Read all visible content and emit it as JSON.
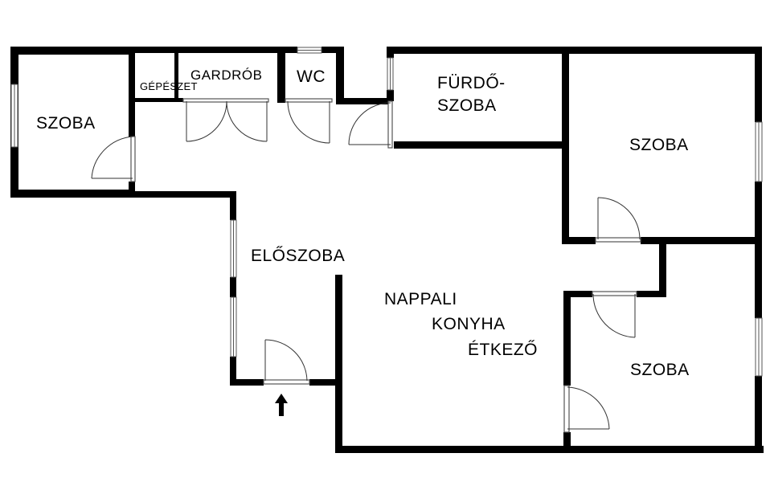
{
  "colors": {
    "wall": "#000000",
    "background": "#ffffff",
    "window": "#555555"
  },
  "rooms": [
    {
      "id": "room-szoba-left",
      "lines": [
        "SZOBA"
      ]
    },
    {
      "id": "room-gepeszet",
      "lines": [
        "GÉPÉSZET"
      ]
    },
    {
      "id": "room-gardrob",
      "lines": [
        "GARDRÓB"
      ]
    },
    {
      "id": "room-wc",
      "lines": [
        "WC"
      ]
    },
    {
      "id": "room-furdoszoba",
      "lines": [
        "FÜRDŐ-",
        "SZOBA"
      ]
    },
    {
      "id": "room-szoba-top-right",
      "lines": [
        "SZOBA"
      ]
    },
    {
      "id": "room-eloszoba",
      "lines": [
        "ELŐSZOBA"
      ]
    },
    {
      "id": "room-nappali",
      "lines": [
        "NAPPALI",
        "KONYHA",
        "ÉTKEZŐ"
      ]
    },
    {
      "id": "room-szoba-bottom-right",
      "lines": [
        "SZOBA"
      ]
    }
  ],
  "entrance_icon": "up-arrow-icon"
}
